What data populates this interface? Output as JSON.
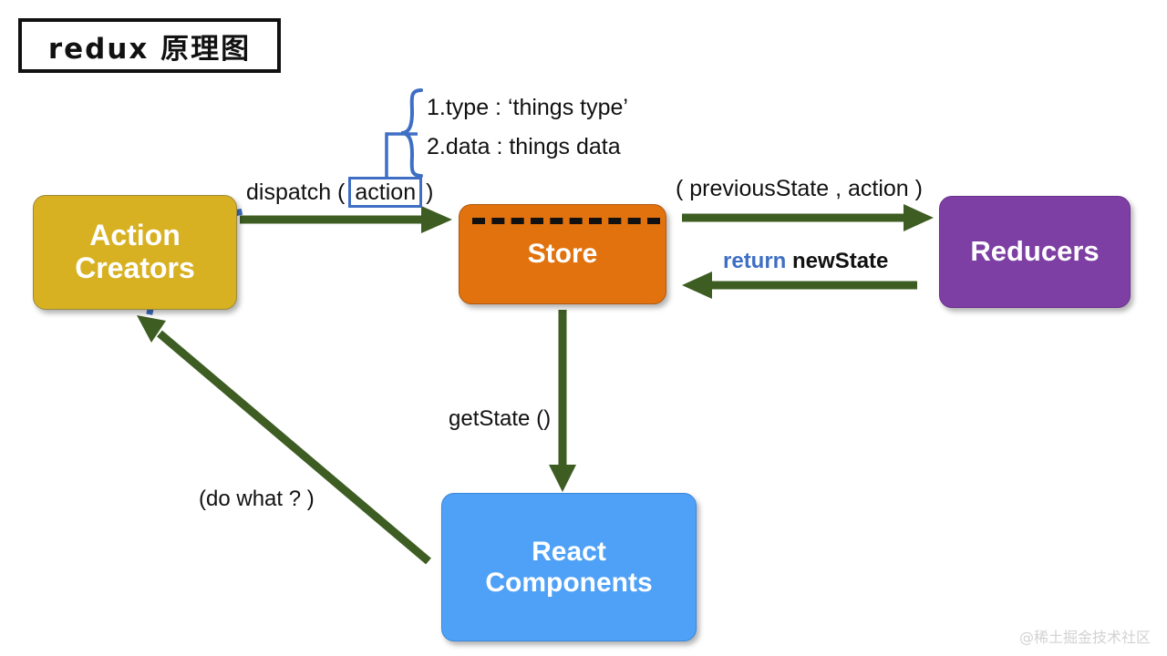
{
  "title": {
    "text": "redux 原理图"
  },
  "colors": {
    "action_creators": "#D8B122",
    "store": "#E1720E",
    "reducers": "#7D3FA3",
    "react_components": "#4FA1F7",
    "arrow_green": "#3D5D22",
    "accent_blue": "#3F6FC4",
    "dotted_blue": "#3F6FC4",
    "title_border": "#111111",
    "watermark": "#D2D2D2"
  },
  "nodes": {
    "action_creators": {
      "line1": "Action",
      "line2": "Creators"
    },
    "store": {
      "line1": "Store"
    },
    "reducers": {
      "line1": "Reducers"
    },
    "react_components": {
      "line1": "React",
      "line2": "Components"
    }
  },
  "labels": {
    "dispatch_prefix": "dispatch (",
    "dispatch_action": "action",
    "dispatch_suffix": ")",
    "previous_state": "( previousState , action )",
    "return_keyword": "return",
    "new_state": "newState",
    "get_state": "getState ()",
    "do_what": "(do what ? )"
  },
  "brace": {
    "line1": "1.type : ‘things type’",
    "line2": "2.data :  things data"
  },
  "watermark": {
    "text": "@稀土掘金技术社区"
  }
}
